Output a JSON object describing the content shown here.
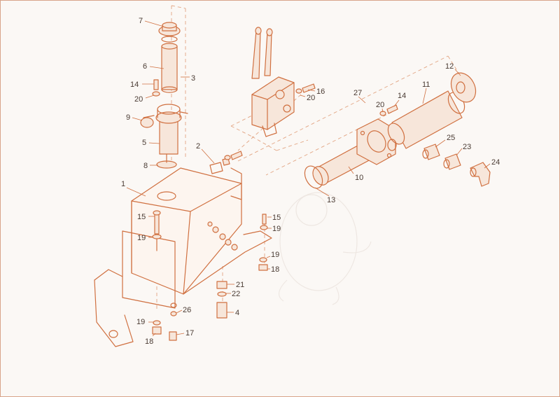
{
  "diagram": {
    "part_numbers": [
      "1",
      "2",
      "3",
      "4",
      "5",
      "6",
      "7",
      "8",
      "9",
      "10",
      "11",
      "12",
      "13",
      "14",
      "14",
      "15",
      "15",
      "16",
      "17",
      "18",
      "18",
      "19",
      "19",
      "19",
      "19",
      "20",
      "20",
      "21",
      "22",
      "23",
      "24",
      "25",
      "26",
      "27"
    ]
  }
}
